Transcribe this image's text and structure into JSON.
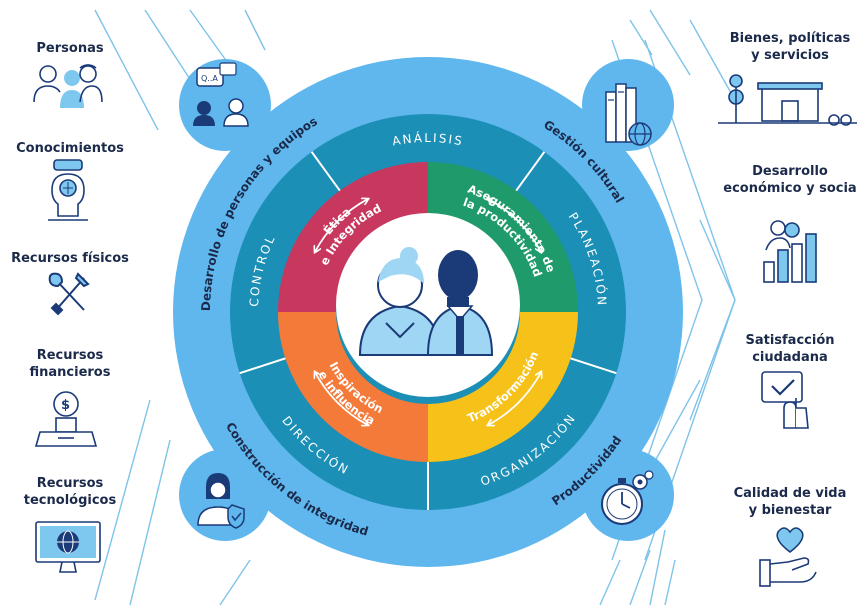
{
  "inputs": [
    {
      "id": "personas",
      "label": "Personas",
      "icon": "people-group-icon"
    },
    {
      "id": "conocimientos",
      "label": "Conocimientos",
      "icon": "head-brain-icon"
    },
    {
      "id": "recursos-fisicos",
      "label": "Recursos físicos",
      "icon": "wrench-screwdriver-icon"
    },
    {
      "id": "recursos-financieros",
      "label": "Recursos\nfinancieros",
      "icon": "money-box-icon"
    },
    {
      "id": "recursos-tecnologicos",
      "label": "Recursos\ntecnológicos",
      "icon": "computer-globe-icon"
    }
  ],
  "outputs": [
    {
      "id": "bienes",
      "label": "Bienes, políticas\ny servicios",
      "icon": "building-tree-icon"
    },
    {
      "id": "desarrollo",
      "label": "Desarrollo\neconómico y socia",
      "icon": "growth-chart-people-icon"
    },
    {
      "id": "satisfaccion",
      "label": "Satisfacción\nciudadana",
      "icon": "checkbox-hand-icon"
    },
    {
      "id": "calidad",
      "label": "Calidad de vida\ny bienestar",
      "icon": "hand-heart-icon"
    }
  ],
  "outer_ring": [
    {
      "id": "desarrollo-personas",
      "label": "Desarrollo de personas y equipos",
      "icon": "team-chat-icon"
    },
    {
      "id": "gestion-cultural",
      "label": "Gestión cultural",
      "icon": "books-globe-icon"
    },
    {
      "id": "productividad",
      "label": "Productividad",
      "icon": "stopwatch-gears-icon"
    },
    {
      "id": "construccion-integridad",
      "label": "Construcción de integridad",
      "icon": "person-shield-icon"
    }
  ],
  "middle_ring": [
    {
      "id": "analisis",
      "label": "ANÁLISIS"
    },
    {
      "id": "planeacion",
      "label": "PLANEACIÓN"
    },
    {
      "id": "organizacion",
      "label": "ORGANIZACIÓN"
    },
    {
      "id": "direccion",
      "label": "DIRECCIÓN"
    },
    {
      "id": "control",
      "label": "CONTROL"
    }
  ],
  "inner_ring": [
    {
      "id": "etica",
      "lines": [
        "Ética",
        "e Integridad"
      ],
      "color": "#c8385e"
    },
    {
      "id": "aseguramiento",
      "lines": [
        "Aseguramiento de",
        "la productividad"
      ],
      "color": "#1f9a6a"
    },
    {
      "id": "transformacion",
      "lines": [
        "Transformación"
      ],
      "color": "#f6c21a"
    },
    {
      "id": "inspiracion",
      "lines": [
        "Inspiración",
        "e influencia"
      ],
      "color": "#f47a3a"
    }
  ],
  "colors": {
    "outer_ring": "#5fb7ee",
    "middle_ring": "#1b8fb5",
    "center_bg": "#ffffff",
    "icon_navy": "#1b3a78",
    "icon_light": "#7ec8f0",
    "stripes": "#7ec3ea"
  }
}
